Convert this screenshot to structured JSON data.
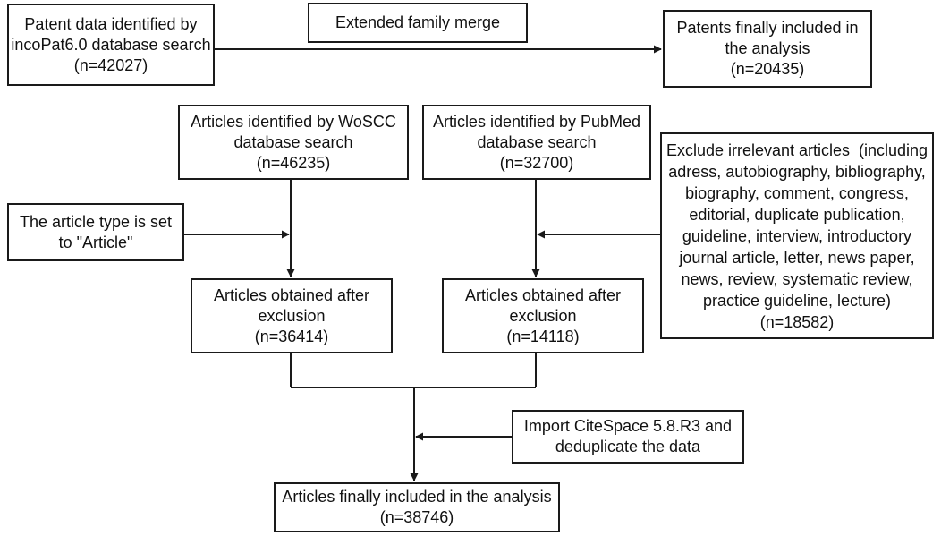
{
  "nodes": {
    "patent_search": {
      "lines": [
        "Patent data identified by",
        "incoPat6.0 database search",
        "(n=42027)"
      ]
    },
    "family_merge": {
      "lines": [
        "Extended family merge"
      ]
    },
    "patents_final": {
      "lines": [
        "Patents finally included in",
        "the analysis",
        "(n=20435)"
      ]
    },
    "wos_search": {
      "lines": [
        "Articles identified by WoSCC",
        "database search",
        "(n=46235)"
      ]
    },
    "pubmed_search": {
      "lines": [
        "Articles identified by PubMed",
        "database search",
        "(n=32700)"
      ]
    },
    "article_type": {
      "lines": [
        "The article type is set",
        "to \"Article\""
      ]
    },
    "exclude_irrelevant": {
      "lines": [
        "Exclude irrelevant articles  (including",
        "adress, autobiography, bibliography,",
        "biography, comment, congress,",
        "editorial, duplicate publication,",
        "guideline, interview, introductory",
        "journal article, letter, news paper,",
        "news, review, systematic review,",
        "practice guideline, lecture)",
        "(n=18582)"
      ]
    },
    "wos_after": {
      "lines": [
        "Articles obtained after",
        "exclusion",
        "(n=36414)"
      ]
    },
    "pubmed_after": {
      "lines": [
        "Articles obtained after",
        "exclusion",
        "(n=14118)"
      ]
    },
    "citespace": {
      "lines": [
        "Import CiteSpace 5.8.R3 and",
        "deduplicate the data"
      ]
    },
    "articles_final": {
      "lines": [
        "Articles finally included in the analysis",
        "(n=38746)"
      ]
    }
  }
}
